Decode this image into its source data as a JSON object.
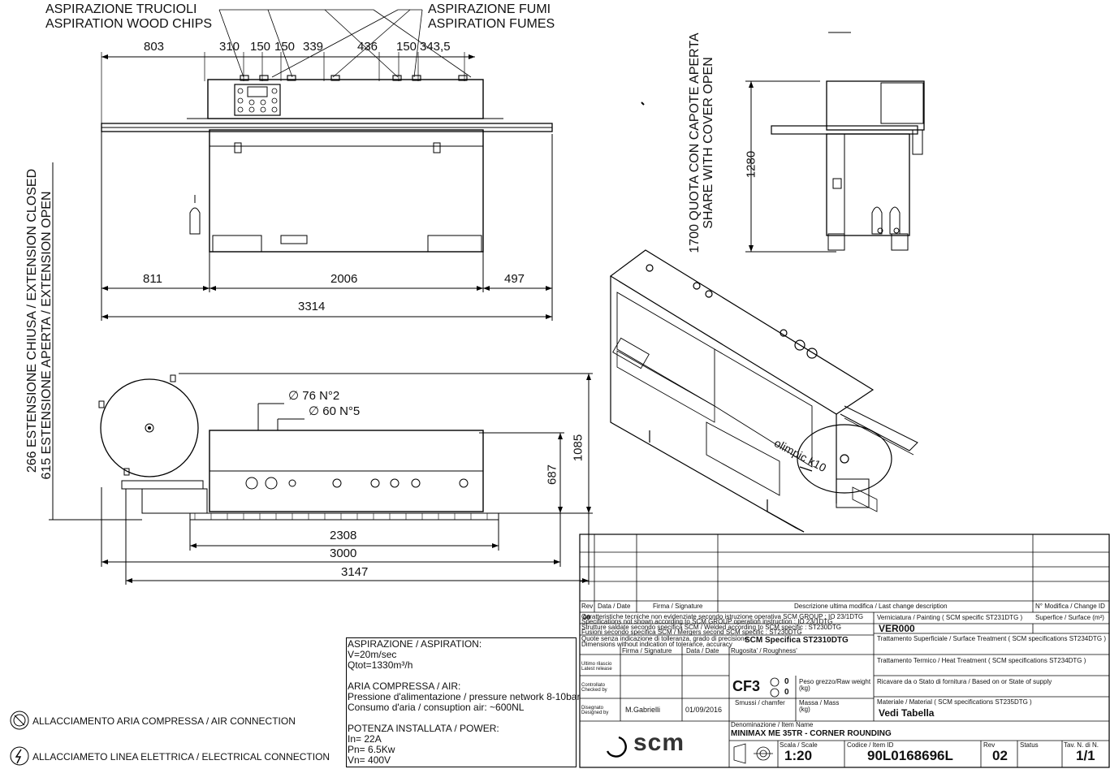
{
  "header": {
    "aspiration_chips_it": "ASPIRAZIONE TRUCIOLI",
    "aspiration_chips_en": "ASPIRATION WOOD CHIPS",
    "aspiration_fumes_it": "ASPIRAZIONE FUMI",
    "aspiration_fumes_en": "ASPIRATION FUMES"
  },
  "front_view": {
    "top_dims": [
      "803",
      "310",
      "150",
      "150",
      "339",
      "436",
      "150",
      "343,5"
    ],
    "bottom_dims": [
      "811",
      "2006",
      "497"
    ],
    "total": "3314"
  },
  "side_labels": {
    "ext_closed": "266 ESTENSIONE CHIUSA / EXTENSION CLOSED",
    "ext_open": "615 ESTENSIONE APERTA / EXTENSION OPEN",
    "cover_open_it": "1700 QUOTA CON CAPOTE APERTA",
    "cover_open_en": "SHARE WITH COVER OPEN",
    "height": "1280"
  },
  "top_view": {
    "dia76": "∅ 76 N°2",
    "dia60": "∅ 60 N°5",
    "dims": [
      "2308",
      "3000",
      "3147"
    ],
    "right_dims": [
      "687",
      "1085"
    ]
  },
  "notes": {
    "lines": [
      "ASPIRAZIONE / ASPIRATION:",
      "V=20m/sec",
      "Qtot=1330m³/h",
      "",
      "ARIA COMPRESSA / AIR:",
      "Pressione d'alimentazione / pressure network 8-10bar",
      "Consumo d'aria / consuption air: ~600NL",
      "",
      "POTENZA INSTALLATA / POWER:",
      "In= 22A",
      "Pn= 6.5Kw",
      "Vn= 400V"
    ]
  },
  "legend": {
    "air": "ALLACCIAMENTO ARIA COMPRESSA / AIR CONNECTION",
    "electric": "ALLACCIAMETO LINEA ELETTRICA / ELECTRICAL CONNECTION"
  },
  "title_block": {
    "rev_row": "00",
    "h_rev": "Rev",
    "h_date": "Data / Date",
    "h_sign": "Firma / Signature",
    "h_desc": "Descrizione ultima modifica / Last change description",
    "h_change": "N° Modifica / Change ID",
    "painting": "Verniciatura / Painting ( SCM specific ST231DTG )",
    "surface": "Superfice / Surface (m²)",
    "painting_val": "VER000",
    "spec_label": "SCM Specifica ST2310DTG",
    "tolerance_it": "Quote senza indicazione di tolleranza, grado di precisione",
    "tolerance_en": "Dimensions without indication of tolerance, accuracy",
    "surface_treat": "Trattamento Superficiale / Surface Treatment ( SCM specifications ST234DTG )",
    "heat_treat": "Trattamento Termico / Heat Treatment ( SCM specifications ST234DTG )",
    "h_firma": "Firma / Signature",
    "h_data": "Data / Date",
    "roughness": "Rugosita' / Roughness'",
    "latest_release": "Ultimo rilascio\nLatest release",
    "checked_by": "Controllato\nChecked by",
    "designed_by": "Disegnato\nDesigned by",
    "designer": "M.Gabrielli",
    "design_date": "01/09/2016",
    "cf3": "CF3",
    "chamfer_vals": [
      "0",
      "0"
    ],
    "raw_weight": "Peso grezzo/Raw weight\n(kg)",
    "smussi": "Smussi / chamfer",
    "mass": "Massa / Mass\n(kg)",
    "derived": "Ricavare da o Stato di fornitura / Based on or State of supply",
    "material": "Materiale / Material ( SCM specifications ST235DTG )",
    "material_val": "Vedi Tabella",
    "item_name_label": "Denominazione / Item Name",
    "item_name": "MINIMAX ME 35TR - CORNER ROUNDING",
    "scale_label": "Scala / Scale",
    "scale": "1:20",
    "item_id_label": "Codice / Item ID",
    "item_id": "90L0168696L",
    "rev_label": "Rev",
    "rev": "02",
    "status_label": "Status",
    "sheet_label": "Tav. N. di N.",
    "sheet": "1/1",
    "logo": "scm",
    "small_lines": [
      "Caratteristiche tecniche non evidenziate secondo istruzione operativa SCM GROUP : IO 23/1DTG",
      "Specifications not shown according to SCM GROUP operation instruction : IO 23/1DTG",
      "Strutture saldate secondo specifica SCM / Welded according to SCM specific : ST230DTG",
      "Fusioni secondo specifica SCM / Mergers second SCM specific : ST230DTG"
    ]
  },
  "machine_label": "olimpic k10"
}
